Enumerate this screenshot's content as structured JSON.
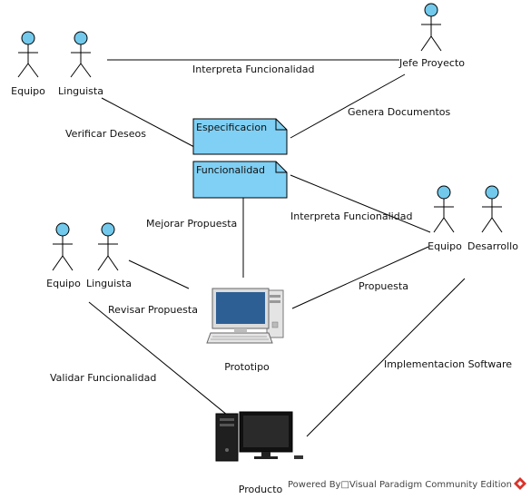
{
  "actors": {
    "equipo_top": "Equipo",
    "linguista_top": "Linguista",
    "jefe_proyecto": "Jefe Proyecto",
    "equipo_right": "Equipo",
    "desarrollo_right": "Desarrollo",
    "equipo_mid": "Equipo",
    "linguista_mid": "Linguista"
  },
  "documents": {
    "especificacion": "Especificacion",
    "funcionalidad": "Funcionalidad"
  },
  "devices": {
    "prototipo": "Prototipo",
    "producto": "Producto"
  },
  "edges": {
    "interpreta_top": "Interpreta Funcionalidad",
    "verificar_deseos": "Verificar Deseos",
    "genera_documentos": "Genera Documentos",
    "mejorar_propuesta": "Mejorar Propuesta",
    "interpreta_right": "Interpreta Funcionalidad",
    "propuesta": "Propuesta",
    "revisar_propuesta": "Revisar Propuesta",
    "validar_funcionalidad": "Validar Funcionalidad",
    "implementacion_software": "Implementacion Software"
  },
  "watermark": "Powered By□Visual Paradigm Community Edition",
  "colors": {
    "actor_head": "#72c9ec",
    "document_fill": "#7fd0f4",
    "logo_red": "#d9342b"
  },
  "icons": [
    "actor-icon",
    "document-icon",
    "desktop-computer-icon",
    "tower-computer-icon",
    "visual-paradigm-logo-icon"
  ]
}
